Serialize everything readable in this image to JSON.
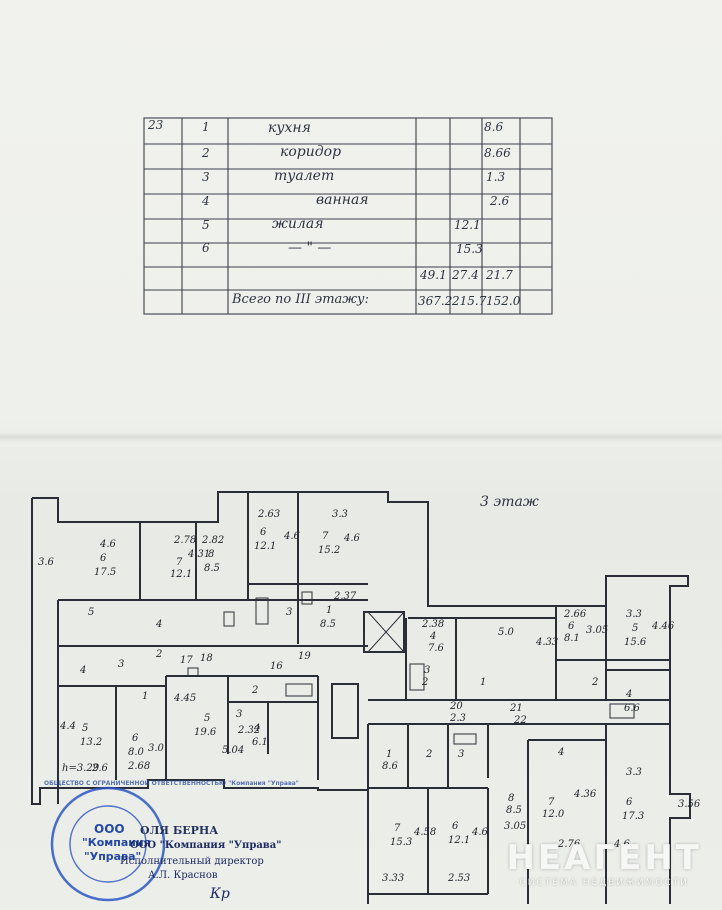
{
  "table": {
    "apartment_no": "23",
    "rows": [
      {
        "n": "1",
        "name": "кухня",
        "living": "",
        "aux": "8.6"
      },
      {
        "n": "2",
        "name": "коридор",
        "living": "",
        "aux": "8.66"
      },
      {
        "n": "3",
        "name": "туалет",
        "living": "",
        "aux": "1.3"
      },
      {
        "n": "4",
        "name": "ванная",
        "living": "",
        "aux": "2.6"
      },
      {
        "n": "5",
        "name": "жилая",
        "living": "12.1",
        "aux": ""
      },
      {
        "n": "6",
        "name": "— \" —",
        "living": "15.3",
        "aux": ""
      }
    ],
    "subtotal": {
      "total": "49.1",
      "living": "27.4",
      "aux": "21.7"
    },
    "grand_total": {
      "label": "Всего по III этажу:",
      "total": "367.2",
      "living": "215.7",
      "aux": "152.0"
    }
  },
  "plan": {
    "floor_label": "3 этаж",
    "labels": [
      {
        "t": "4.6"
      },
      {
        "t": "6"
      },
      {
        "t": "17.5"
      },
      {
        "t": "3.6"
      },
      {
        "t": "2.78"
      },
      {
        "t": "7"
      },
      {
        "t": "12.1"
      },
      {
        "t": "4.31"
      },
      {
        "t": "2.82"
      },
      {
        "t": "8"
      },
      {
        "t": "8.5"
      },
      {
        "t": "2.63"
      },
      {
        "t": "6"
      },
      {
        "t": "12.1"
      },
      {
        "t": "4.6"
      },
      {
        "t": "3.3"
      },
      {
        "t": "7"
      },
      {
        "t": "15.2"
      },
      {
        "t": "4.6"
      },
      {
        "t": "5"
      },
      {
        "t": "4"
      },
      {
        "t": "3"
      },
      {
        "t": "2.37"
      },
      {
        "t": "1"
      },
      {
        "t": "8.5"
      },
      {
        "t": "2.38"
      },
      {
        "t": "4"
      },
      {
        "t": "7.6"
      },
      {
        "t": "5.0"
      },
      {
        "t": "4.33"
      },
      {
        "t": "3"
      },
      {
        "t": "2.66"
      },
      {
        "t": "6"
      },
      {
        "t": "8.1"
      },
      {
        "t": "3.05"
      },
      {
        "t": "3.3"
      },
      {
        "t": "5"
      },
      {
        "t": "15.6"
      },
      {
        "t": "4.46"
      },
      {
        "t": "4"
      },
      {
        "t": "3"
      },
      {
        "t": "2"
      },
      {
        "t": "17"
      },
      {
        "t": "18"
      },
      {
        "t": "16"
      },
      {
        "t": "19"
      },
      {
        "t": "1"
      },
      {
        "t": "4.45"
      },
      {
        "t": "2"
      },
      {
        "t": "3"
      },
      {
        "t": "5"
      },
      {
        "t": "19.6"
      },
      {
        "t": "5.04"
      },
      {
        "t": "2.32"
      },
      {
        "t": "4"
      },
      {
        "t": "6.1"
      },
      {
        "t": "4.4"
      },
      {
        "t": "5"
      },
      {
        "t": "13.2"
      },
      {
        "t": "h=3.29"
      },
      {
        "t": "2.6"
      },
      {
        "t": "6"
      },
      {
        "t": "8.0"
      },
      {
        "t": "3.0"
      },
      {
        "t": "2.68"
      },
      {
        "t": "2"
      },
      {
        "t": "1"
      },
      {
        "t": "20"
      },
      {
        "t": "2.3"
      },
      {
        "t": "21"
      },
      {
        "t": "22"
      },
      {
        "t": "2"
      },
      {
        "t": "4"
      },
      {
        "t": "6.6"
      },
      {
        "t": "1"
      },
      {
        "t": "8.6"
      },
      {
        "t": "2"
      },
      {
        "t": "3"
      },
      {
        "t": "4"
      },
      {
        "t": "3.3"
      },
      {
        "t": "7"
      },
      {
        "t": "12.0"
      },
      {
        "t": "4.36"
      },
      {
        "t": "6"
      },
      {
        "t": "17.3"
      },
      {
        "t": "3.56"
      },
      {
        "t": "8"
      },
      {
        "t": "8.5"
      },
      {
        "t": "3.05"
      },
      {
        "t": "7"
      },
      {
        "t": "15.3"
      },
      {
        "t": "4.58"
      },
      {
        "t": "6"
      },
      {
        "t": "12.1"
      },
      {
        "t": "4.6"
      },
      {
        "t": "3.33"
      },
      {
        "t": "2.53"
      },
      {
        "t": "2.76"
      },
      {
        "t": "4.6"
      }
    ]
  },
  "stamp": {
    "ring_text": "ОБЩЕСТВО С ОГРАНИЧЕННОЙ ОТВЕТСТВЕННОСТЬЮ \"Компания \"Управа\"",
    "center_line1": "ООО",
    "center_line2": "\"Компания",
    "center_line3": "\"Управа\"",
    "over_text": "ОЛЯ БЕРНА",
    "company": "ООО \"Компания \"Управа\"",
    "position": "Исполнительный директор",
    "name": "А.Л. Краснов",
    "signature": "Кр"
  },
  "watermark": {
    "brand": "НЕАГЕНТ",
    "tagline": "СИСТЕМА НЕДВИЖИМОСТИ"
  }
}
